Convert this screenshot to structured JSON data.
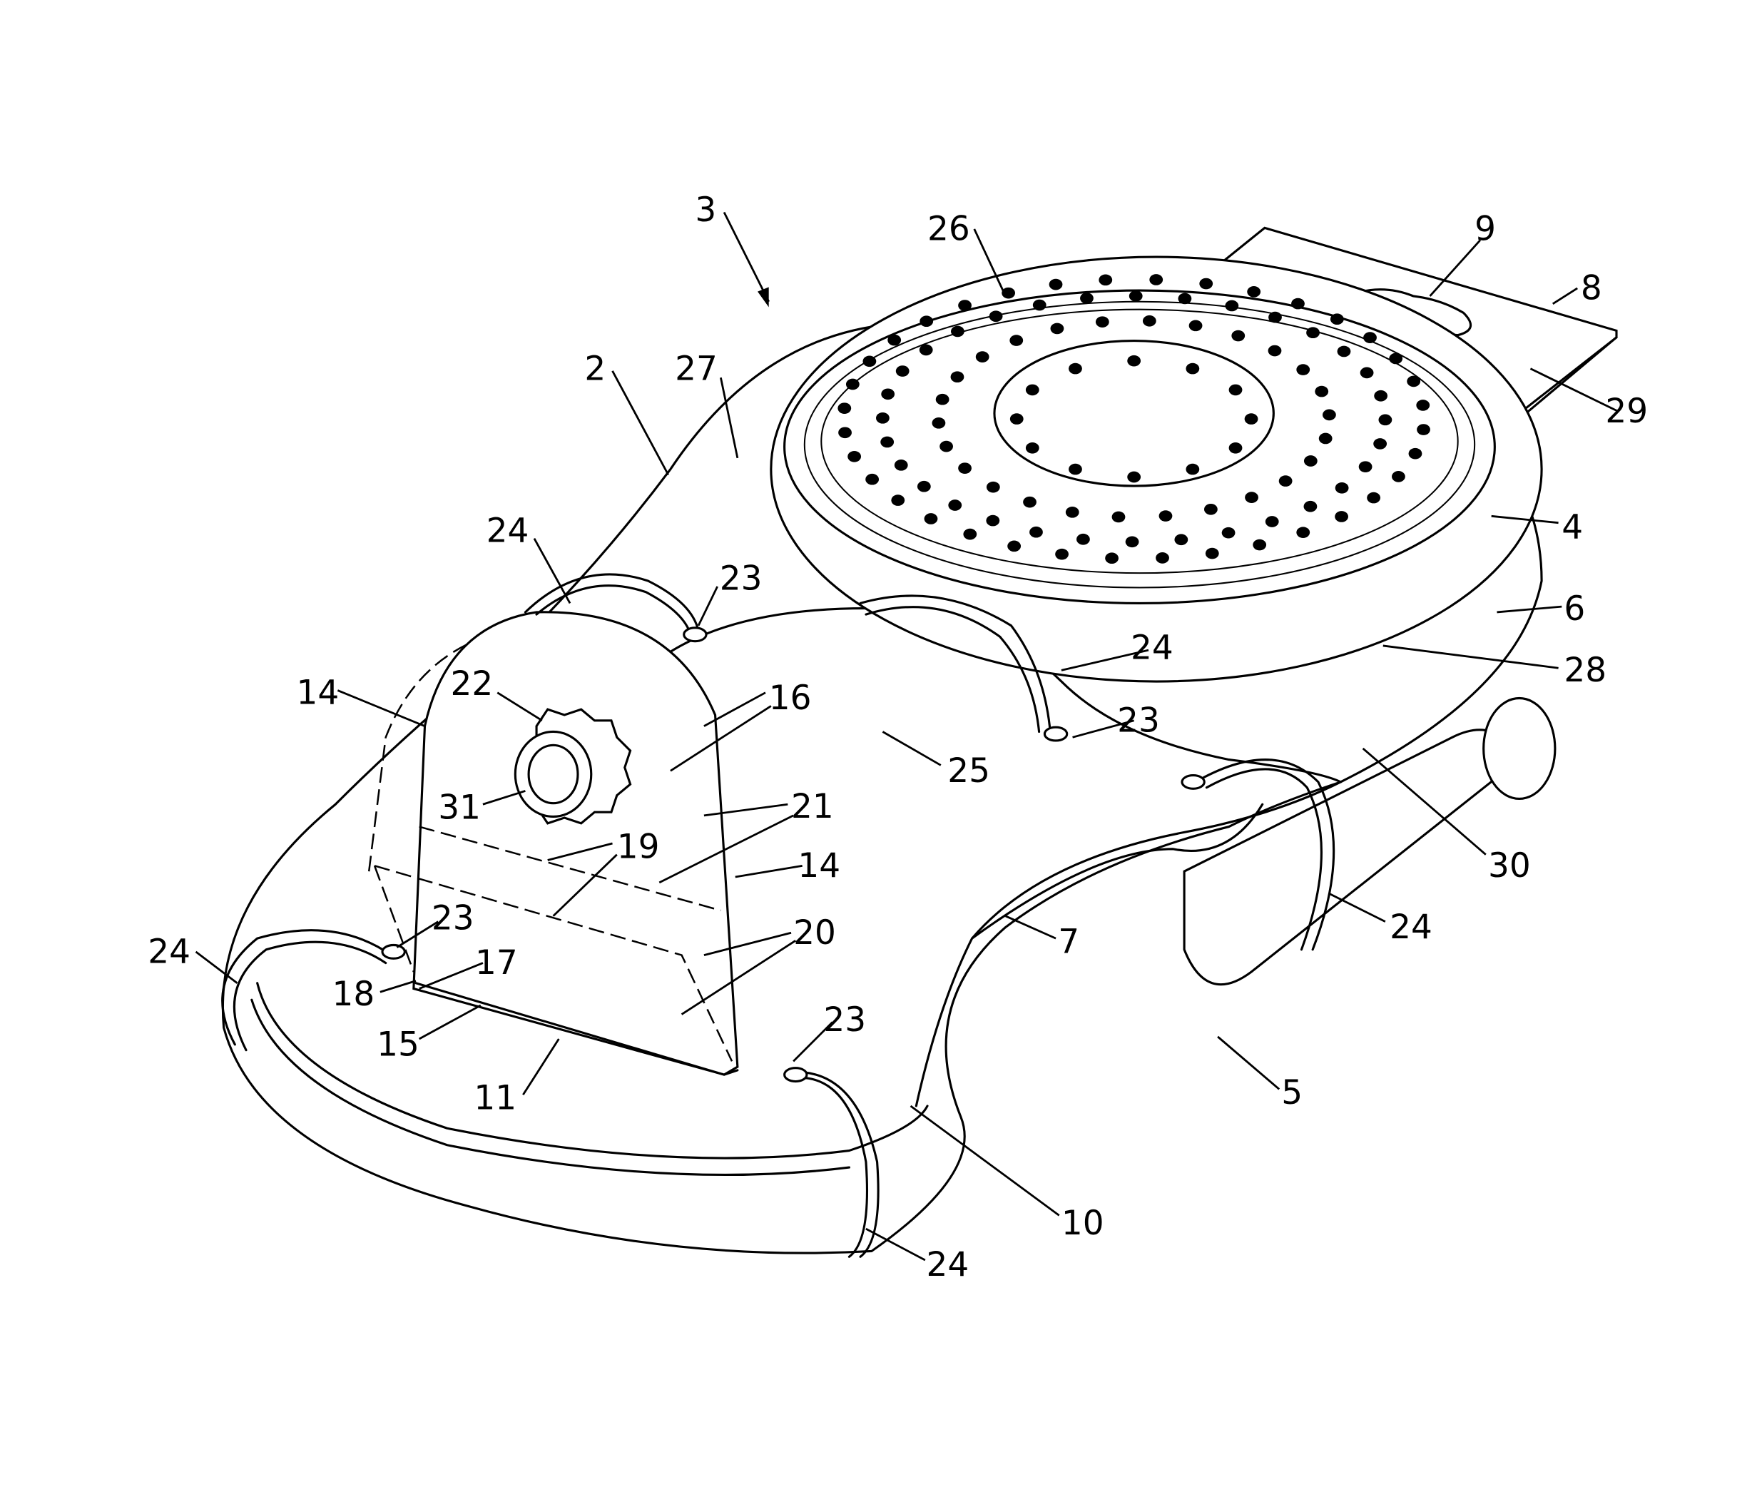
{
  "figure": {
    "type": "patent-drawing",
    "labels": [
      "3",
      "26",
      "9",
      "8",
      "2",
      "27",
      "29",
      "4",
      "24",
      "23",
      "6",
      "24",
      "28",
      "14",
      "22",
      "16",
      "23",
      "25",
      "31",
      "21",
      "19",
      "14",
      "30",
      "23",
      "20",
      "24",
      "7",
      "24",
      "17",
      "18",
      "15",
      "23",
      "11",
      "5",
      "10",
      "24"
    ]
  }
}
